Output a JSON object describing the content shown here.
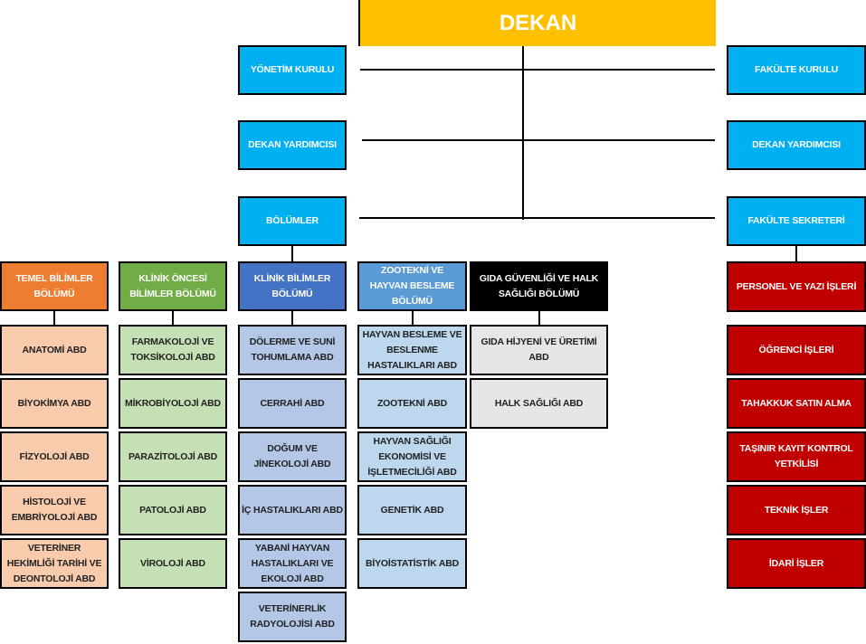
{
  "top": {
    "title": "DEKAN"
  },
  "left_boards": [
    "YÖNETİM KURULU",
    "DEKAN YARDIMCISI",
    "BÖLÜMLER"
  ],
  "right_boards": [
    "FAKÜLTE KURULU",
    "DEKAN YARDIMCISI",
    "FAKÜLTE SEKRETERİ"
  ],
  "departments": [
    {
      "name": "TEMEL BİLİMLER BÖLÜMÜ",
      "color": "#ed7d31",
      "child_color": "#f8cbad",
      "units": [
        "ANATOMİ ABD",
        "BİYOKİMYA ABD",
        "FİZYOLOJİ ABD",
        "HİSTOLOJİ VE EMBRİYOLOJİ ABD",
        "VETERİNER HEKİMLİĞİ TARİHİ VE DEONTOLOJİ ABD"
      ]
    },
    {
      "name": "KLİNİK ÖNCESİ BİLİMLER BÖLÜMÜ",
      "color": "#70ad47",
      "child_color": "#c5e0b4",
      "units": [
        "FARMAKOLOJİ VE TOKSİKOLOJİ ABD",
        "MİKROBİYOLOJİ ABD",
        "PARAZİTOLOJİ ABD",
        "PATOLOJİ ABD",
        "VİROLOJİ ABD"
      ]
    },
    {
      "name": "KLİNİK BİLİMLER BÖLÜMÜ",
      "color": "#4472c4",
      "child_color": "#b4c7e7",
      "units": [
        "DÖLERME VE SUNİ TOHUMLAMA ABD",
        "CERRAHİ ABD",
        "DOĞUM VE JİNEKOLOJİ ABD",
        "İÇ HASTALIKLARI ABD",
        "YABANİ HAYVAN HASTALIKLARI VE EKOLOJİ ABD",
        "VETERİNERLİK RADYOLOJİSİ ABD"
      ]
    },
    {
      "name": "ZOOTEKNİ VE HAYVAN BESLEME BÖLÜMÜ",
      "color": "#5b9bd5",
      "child_color": "#bdd7ee",
      "units": [
        "HAYVAN BESLEME VE BESLENME HASTALIKLARI ABD",
        "ZOOTEKNİ ABD",
        "HAYVAN SAĞLIĞI EKONOMİSİ VE İŞLETMECİLİĞİ ABD",
        "GENETİK ABD",
        "BİYOİSTATİSTİK ABD"
      ]
    },
    {
      "name": "GIDA GÜVENLİĞİ VE HALK SAĞLIĞI BÖLÜMÜ",
      "color": "#000000",
      "child_color": "#e7e6e6",
      "units": [
        "GIDA HİJYENİ VE ÜRETİMİ ABD",
        "HALK SAĞLIĞI ABD"
      ]
    }
  ],
  "secretariat_units": [
    "PERSONEL VE YAZI İŞLERİ",
    "ÖĞRENCİ İŞLERİ",
    "TAHAKKUK SATIN ALMA",
    "TAŞINIR KAYIT KONTROL YETKİLİSİ",
    "TEKNİK İŞLER",
    "İDARİ İŞLER"
  ],
  "colors": {
    "dekan": "#ffc000",
    "board": "#00b0f0",
    "secretariat": "#c00000"
  }
}
